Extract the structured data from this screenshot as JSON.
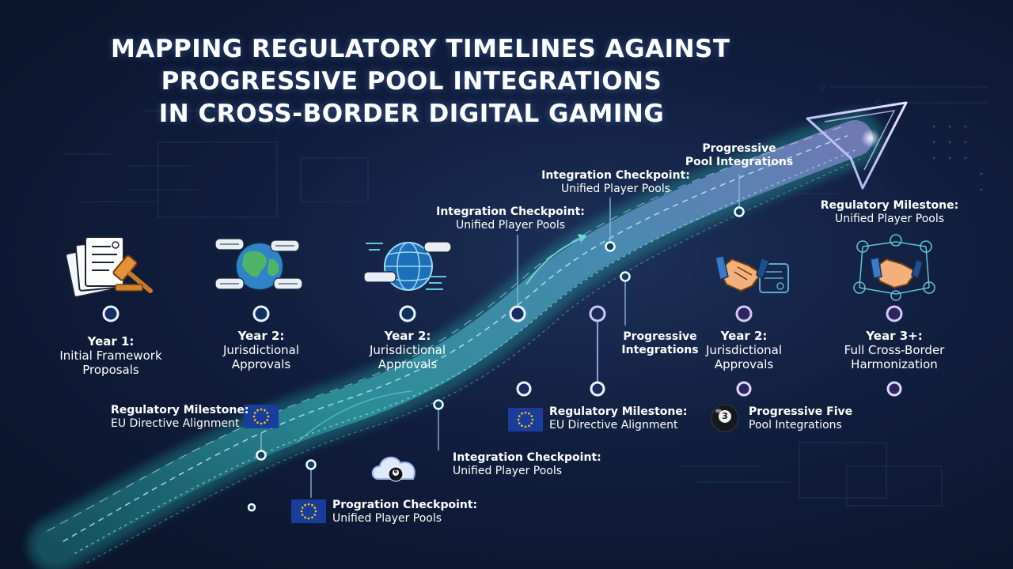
{
  "title": {
    "line1": "MAPPING REGULATORY TIMELINES AGAINST",
    "line2": "PROGRESSIVE POOL INTEGRATIONS",
    "line3": "IN CROSS-BORDER DIGITAL GAMING"
  },
  "timeline": [
    {
      "bold": "Year 1:",
      "normal": "Initial Framework Proposals",
      "icon": "legal-documents-gavel-icon"
    },
    {
      "bold": "Year 2:",
      "normal": "Jurisdictional Approvals",
      "icon": "globe-certificates-icon"
    },
    {
      "bold": "Year 2:",
      "normal": "Jurisdictional Approvals",
      "icon": "globe-network-icon"
    },
    {
      "bold": "Year 2:",
      "normal": "Jurisdictional Approvals",
      "icon": "handshake-icon"
    },
    {
      "bold": "Year 3+:",
      "normal": "Full Cross-Border Harmonization",
      "icon": "handshake-network-icon"
    }
  ],
  "callouts": {
    "reg_top_right": {
      "bold": "Regulatory Milestone:",
      "normal": "Unified Player Pools"
    },
    "prog_top": {
      "bold": "Progressive",
      "bold2": "Pool Integrations"
    },
    "integ_top": {
      "bold": "Integration Checkpoint:",
      "normal": "Unified Player Pools"
    },
    "integ_mid": {
      "bold": "Integration Checkpoint:",
      "normal": "Unified Player Pools"
    },
    "prog_integrations": {
      "bold": "Progressive",
      "bold2": "Integrations"
    },
    "reg_left": {
      "bold": "Regulatory Milestone:",
      "normal": "EU Directive Alignment"
    },
    "reg_mid": {
      "bold": "Regulatory Milestone:",
      "normal": "EU Directive Alignment"
    },
    "prog_five": {
      "bold": "Progressive Five",
      "normal": "Pool Integrations"
    },
    "integ_bottom": {
      "bold": "Integration Checkpoint:",
      "normal": "Unified Player Pools"
    },
    "progration": {
      "bold": "Progration Checkpoint:",
      "normal": "Unified Player Pools"
    }
  },
  "billiard_ball_number": "3",
  "cloud_ball_number": "6",
  "colors": {
    "cyan": "#5ce0e6",
    "violet": "#9a7ee8",
    "background": "#0b1630",
    "eu_blue": "#1a3d9c",
    "eu_gold": "#ffd400"
  }
}
